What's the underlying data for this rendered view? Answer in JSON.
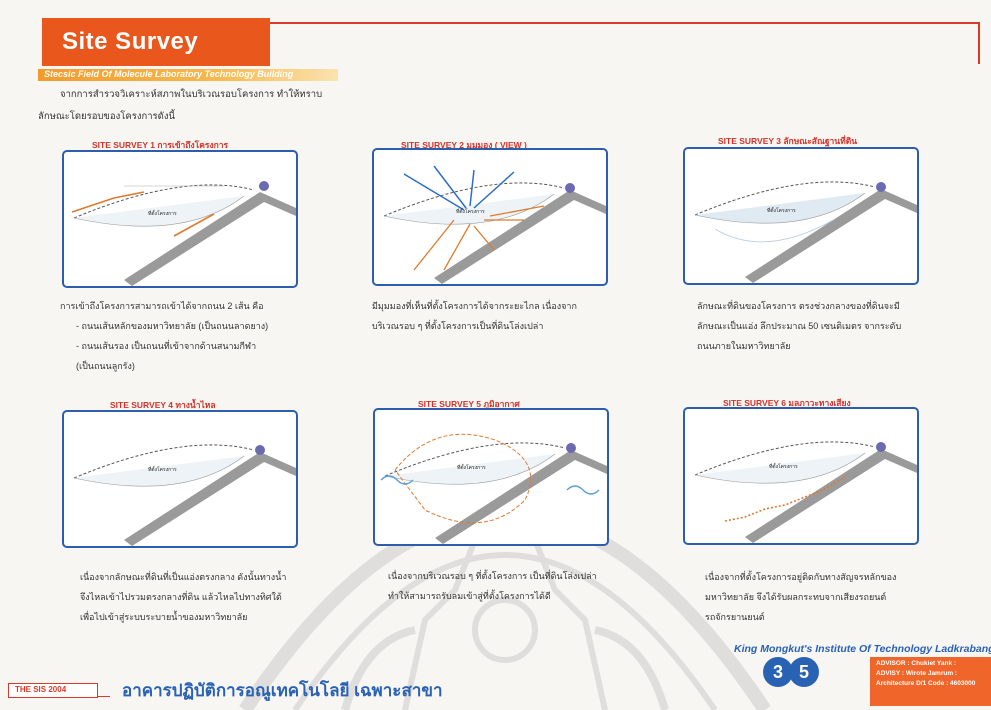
{
  "header": {
    "title": "Site Survey",
    "subtitle": "Stecsic Field Of Molecule Laboratory Technology Building"
  },
  "intro": {
    "line1": "จากการสำรวจวิเคราะห์สภาพในบริเวณรอบโครงการ ทำให้ทราบ",
    "line2": "ลักษณะโดยรอบของโครงการดังนี้"
  },
  "surveys": [
    {
      "title": "SITE SURVEY 1   การเข้าถึงโครงการ",
      "desc": [
        "การเข้าถึงโครงการสามารถเข้าได้จากถนน 2 เส้น คือ",
        "-  ถนนเส้นหลักของมหาวิทยาลัย (เป็นถนนลาดยาง)",
        "-  ถนนเส้นรอง เป็นถนนที่เข้าจากด้านสนามกีฬา",
        "(เป็นถนนลูกรัง)"
      ]
    },
    {
      "title": "SITE SURVEY 2   มุมมอง ( VIEW )",
      "desc": [
        "มีมุมมองที่เห็นที่ตั้งโครงการได้จากระยะไกล เนื่องจาก",
        "บริเวณรอบ ๆ ที่ตั้งโครงการเป็นที่ดินโล่งเปล่า"
      ]
    },
    {
      "title": "SITE SURVEY 3   ลักษณะสัณฐานที่ดิน",
      "desc": [
        "ลักษณะที่ดินของโครงการ ตรงช่วงกลางของที่ดินจะมี",
        "ลักษณะเป็นแอ่ง ลึกประมาณ 50 เซนติเมตร จากระดับ",
        "ถนนภายในมหาวิทยาลัย"
      ]
    },
    {
      "title": "SITE SURVEY 4  ทางน้ำไหล",
      "desc": [
        "เนื่องจากลักษณะที่ดินที่เป็นแอ่งตรงกลาง ดังนั้นทางน้ำ",
        "จึงไหลเข้าไปรวมตรงกลางที่ดิน แล้วไหลไปทางทิศใต้",
        "เพื่อไปเข้าสู่ระบบระบายน้ำของมหาวิทยาลัย"
      ]
    },
    {
      "title": "SITE SURVEY 5   ภูมิอากาศ",
      "desc": [
        "เนื่องจากบริเวณรอบ ๆ ที่ตั้งโครงการ เป็นที่ดินโล่งเปล่า",
        "ทำให้สามารถรับลมเข้าสู่ที่ตั้งโครงการได้ดี"
      ]
    },
    {
      "title": "SITE SURVEY 6  มลภาวะทางเสียง",
      "desc": [
        "เนื่องจากที่ตั้งโครงการอยู่ติดกับทางสัญจรหลักของ",
        "มหาวิทยาลัย จึงได้รับผลกระทบจากเสียงรถยนต์",
        "รถจักรยานยนต์"
      ]
    }
  ],
  "site_label": "ที่ตั้งโครงการ",
  "footer": {
    "institute": "King Mongkut's Institute Of Technology Ladkrabang",
    "thesis": "THE SIS 2004",
    "thai_title": "อาคารปฏิบัติการอณูเทคโนโลยี เฉพาะสาขา",
    "page_digits": [
      "3",
      "5"
    ],
    "advisor": "ADVISOR : Chukiet Yank :",
    "advisy": "ADVISY   : Wirote  Jamrum  :",
    "code": "Architecture D/1  Code : 4603000"
  },
  "colors": {
    "accent": "#e9571c",
    "frame": "#2d5dad",
    "title_red": "#d6322a",
    "footer_blue": "#2a62b3"
  }
}
